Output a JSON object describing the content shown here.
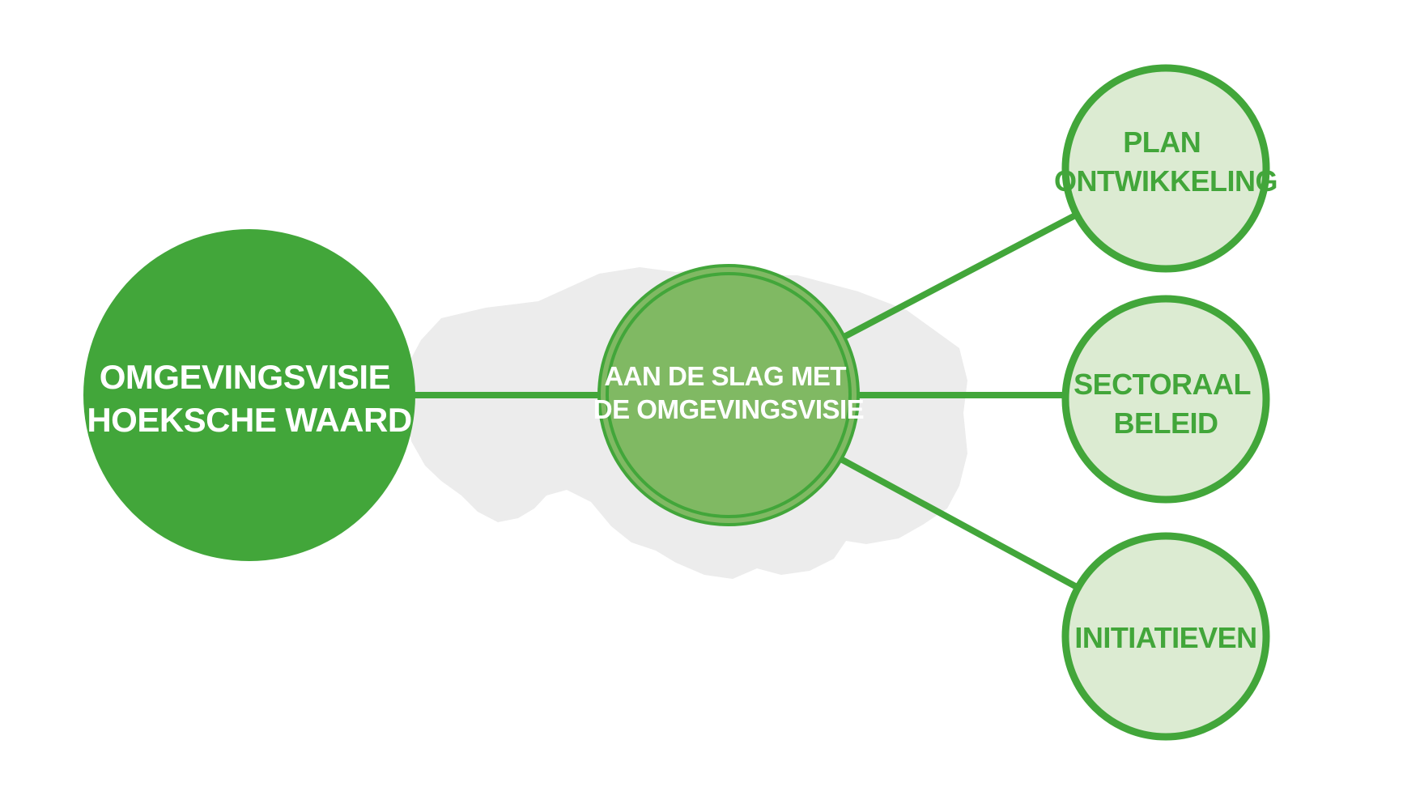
{
  "colors": {
    "primary_green": "#42a63a",
    "center_fill": "#80b963",
    "light_fill": "#dcebd2",
    "map_gray": "#ececec",
    "white": "#ffffff"
  },
  "nodes": {
    "main": {
      "line1": "OMGEVINGSVISIE",
      "line2": "HOEKSCHE WAARD"
    },
    "center": {
      "line1": "AAN DE SLAG MET",
      "line2": "DE OMGEVINGSVISIE"
    },
    "plan": {
      "line1": "PLAN",
      "line2": "ONTWIKKELING"
    },
    "sector": {
      "line1": "SECTORAAL",
      "line2": "BELEID"
    },
    "init": {
      "line1": "INITIATIEVEN"
    }
  },
  "icons": {
    "map": "island-map-silhouette"
  }
}
